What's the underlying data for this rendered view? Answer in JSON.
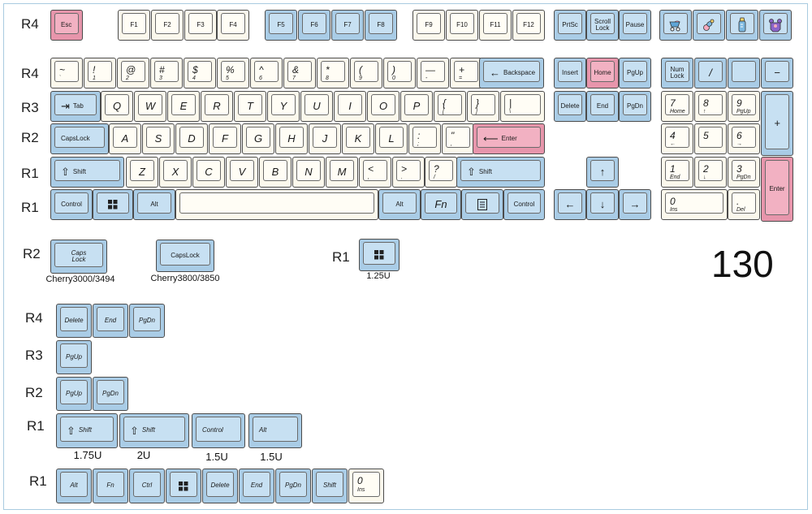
{
  "total_count": "130",
  "row_labels": {
    "r4_fn": "R4",
    "r4_num": "R4",
    "r3": "R3",
    "r2": "R2",
    "r1a": "R1",
    "r1b": "R1",
    "r2_alt": "R2",
    "r1_win": "R1",
    "ext_r4": "R4",
    "ext_r3": "R3",
    "ext_r2": "R2",
    "ext_r1": "R1",
    "ext_r1b": "R1"
  },
  "captions": {
    "caps3000": "Cherry3000/3494",
    "caps3800": "Cherry3800/3850",
    "win125": "1.25U",
    "shift175": "1.75U",
    "shift2": "2U",
    "ctrl15": "1.5U",
    "alt15": "1.5U"
  },
  "colors": {
    "cream": "#fbf8ec",
    "blue": "#a9cce6",
    "pink": "#e795ab",
    "border": "#a9cbe0"
  },
  "keys": {
    "esc": "Esc",
    "f": [
      "F1",
      "F2",
      "F3",
      "F4",
      "F5",
      "F6",
      "F7",
      "F8",
      "F9",
      "F10",
      "F11",
      "F12"
    ],
    "prtsc": "PrtSc",
    "scroll": "Scroll\nLock",
    "pause": "Pause",
    "novelty_icons": [
      "stroller-icon",
      "pacifier-icon",
      "baby-bottle-icon",
      "bear-onesie-icon"
    ],
    "number_row": [
      {
        "top": "~",
        "bottom": "`"
      },
      {
        "top": "!",
        "bottom": "1"
      },
      {
        "top": "@",
        "bottom": "2"
      },
      {
        "top": "#",
        "bottom": "3"
      },
      {
        "top": "$",
        "bottom": "4"
      },
      {
        "top": "%",
        "bottom": "5"
      },
      {
        "top": "^",
        "bottom": "6"
      },
      {
        "top": "&",
        "bottom": "7"
      },
      {
        "top": "*",
        "bottom": "8"
      },
      {
        "top": "(",
        "bottom": "9"
      },
      {
        "top": ")",
        "bottom": "0"
      },
      {
        "top": "—",
        "bottom": "-"
      },
      {
        "top": "+",
        "bottom": "="
      }
    ],
    "backspace": "Backspace",
    "insert": "Insert",
    "home": "Home",
    "pgup": "PgUp",
    "numlock": "Num\nLock",
    "slash": "/",
    "star": "",
    "minus": "−",
    "tab": "Tab",
    "qrow": [
      "Q",
      "W",
      "E",
      "R",
      "T",
      "Y",
      "U",
      "I",
      "O",
      "P"
    ],
    "lbrace": {
      "top": "{",
      "bottom": "["
    },
    "rbrace": {
      "top": "}",
      "bottom": "]"
    },
    "pipe": {
      "top": "|",
      "bottom": "\\"
    },
    "delete": "Delete",
    "end": "End",
    "pgdn": "PgDn",
    "np7": {
      "top": "7",
      "bottom": "Home"
    },
    "np8": {
      "top": "8",
      "bottom": "↑"
    },
    "np9": {
      "top": "9",
      "bottom": "PgUp"
    },
    "plus": "+",
    "capslock": "CapsLock",
    "arow": [
      "A",
      "S",
      "D",
      "F",
      "G",
      "H",
      "J",
      "K",
      "L"
    ],
    "semicolon": {
      "top": ":",
      "bottom": ";"
    },
    "quote": {
      "top": "\"",
      "bottom": ","
    },
    "enter": "Enter",
    "np4": {
      "top": "4",
      "bottom": "←"
    },
    "np5": {
      "top": "5",
      "bottom": ""
    },
    "np6": {
      "top": "6",
      "bottom": "→"
    },
    "shift": "Shift",
    "zrow": [
      "Z",
      "X",
      "C",
      "V",
      "B",
      "N",
      "M"
    ],
    "comma": {
      "top": "<",
      "bottom": ","
    },
    "period": {
      "top": ">",
      "bottom": "."
    },
    "qmark": {
      "top": "?",
      "bottom": "/"
    },
    "up": "↑",
    "np1": {
      "top": "1",
      "bottom": "End"
    },
    "np2": {
      "top": "2",
      "bottom": "↓"
    },
    "np3": {
      "top": "3",
      "bottom": "PgDn"
    },
    "np_enter": "Enter",
    "control": "Control",
    "alt": "Alt",
    "fn": "Fn",
    "left": "←",
    "down": "↓",
    "right": "→",
    "np0": {
      "top": "0",
      "bottom": "Ins"
    },
    "npdot": {
      "top": ".",
      "bottom": "Del"
    },
    "caps_stacked": "Caps\nLock",
    "ext_ctrl": "Ctrl",
    "ext_ins": {
      "top": "0",
      "bottom": "Ins"
    }
  }
}
